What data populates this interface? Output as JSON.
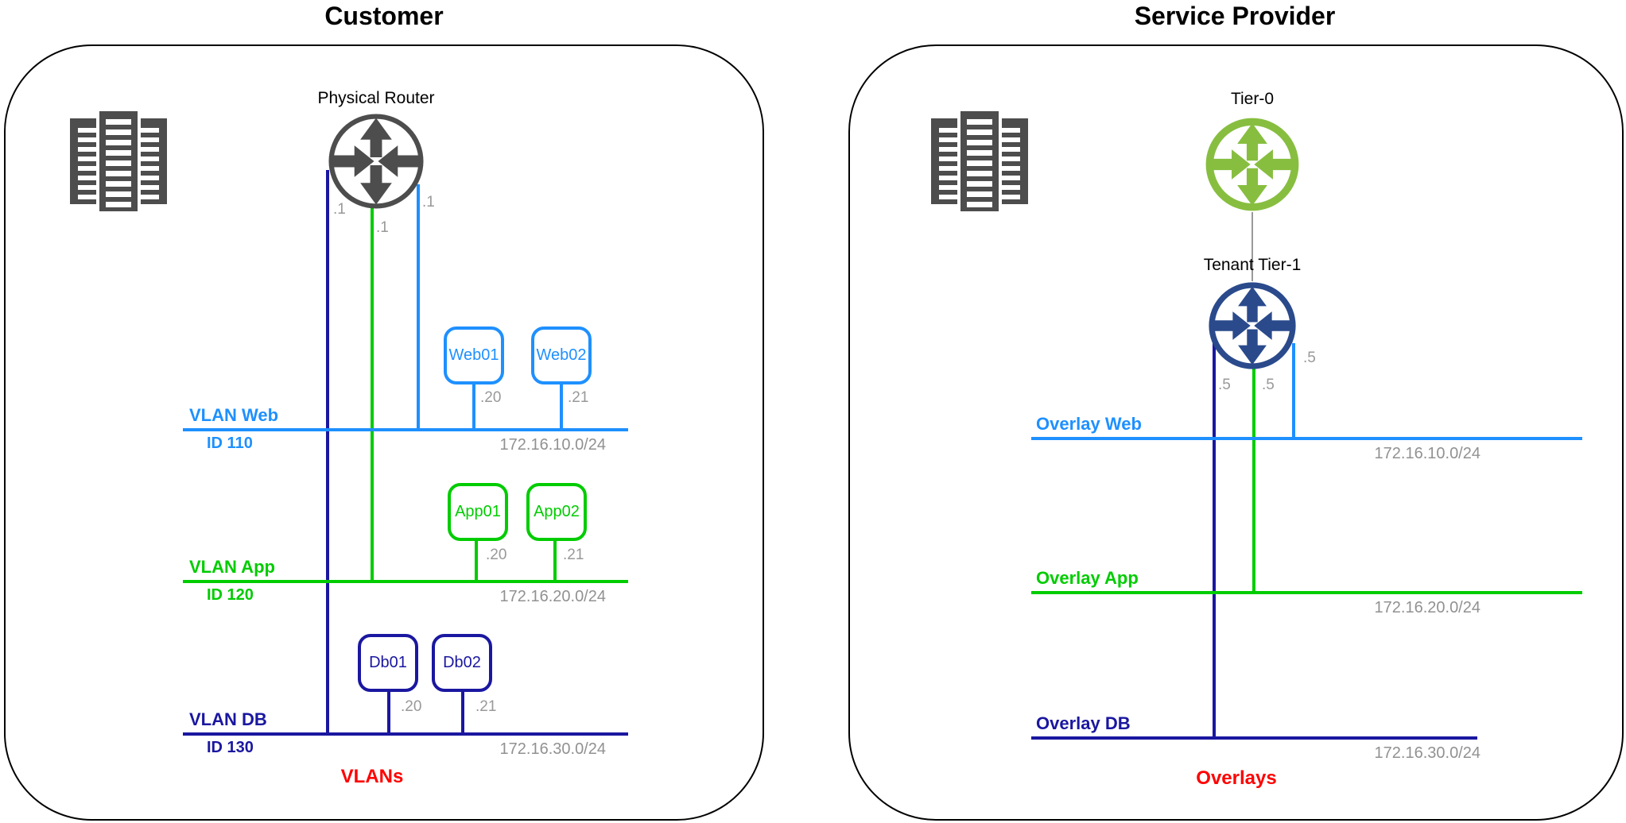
{
  "colors": {
    "web_blue": "#1E90FF",
    "app_green": "#00CC00",
    "db_navy": "#1A17A0",
    "tier0_green": "#87BE40",
    "tier1_navy": "#2A4A8C",
    "annotation_gray": "#999999",
    "icon_gray": "#4D4D4D",
    "accent_red": "#FF0000"
  },
  "left": {
    "title": "Customer",
    "router_label": "Physical Router",
    "uplinks": {
      "db": ".1",
      "app": ".1",
      "web": ".1"
    },
    "rows": [
      {
        "name": "VLAN Web",
        "vlan_id": "ID 110",
        "cidr": "172.16.10.0/24"
      },
      {
        "name": "VLAN App",
        "vlan_id": "ID 120",
        "cidr": "172.16.20.0/24"
      },
      {
        "name": "VLAN DB",
        "vlan_id": "ID 130",
        "cidr": "172.16.30.0/24"
      }
    ],
    "hosts": [
      {
        "label": "Web01",
        "ip": ".20"
      },
      {
        "label": "Web02",
        "ip": ".21"
      },
      {
        "label": "App01",
        "ip": ".20"
      },
      {
        "label": "App02",
        "ip": ".21"
      },
      {
        "label": "Db01",
        "ip": ".20"
      },
      {
        "label": "Db02",
        "ip": ".21"
      }
    ],
    "footer": "VLANs"
  },
  "right": {
    "title": "Service Provider",
    "tier0_label": "Tier-0",
    "tier1_label": "Tenant Tier-1",
    "uplinks": {
      "db": ".5",
      "app": ".5",
      "web": ".5"
    },
    "rows": [
      {
        "name": "Overlay Web",
        "cidr": "172.16.10.0/24"
      },
      {
        "name": "Overlay App",
        "cidr": "172.16.20.0/24"
      },
      {
        "name": "Overlay DB",
        "cidr": "172.16.30.0/24"
      }
    ],
    "footer": "Overlays"
  }
}
